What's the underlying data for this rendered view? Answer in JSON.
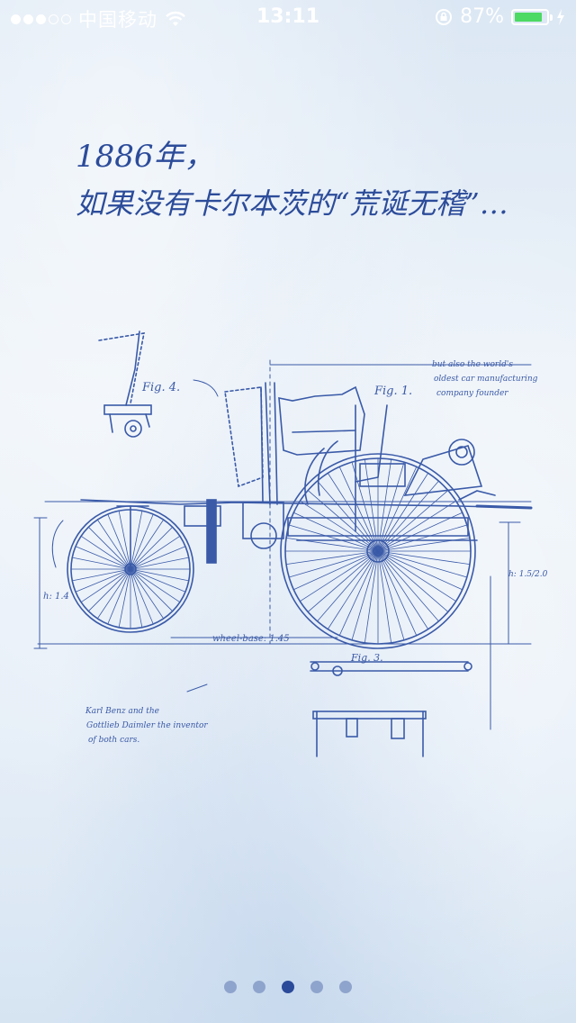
{
  "status_bar": {
    "carrier": "中国移动",
    "time": "13:11",
    "battery_percent": "87%",
    "battery_level": 0.87,
    "signal_bars": 3,
    "signal_total": 5,
    "wifi_icon": "wifi-icon",
    "lock_icon": "rotation-lock-icon",
    "charging_icon": "charging-bolt-icon",
    "battery_color": "#4cd964"
  },
  "headline": {
    "line1": "1886年，",
    "line2": "如果没有卡尔本茨的“荒诞无稽”…"
  },
  "blueprint": {
    "fig4": "Fig. 4.",
    "fig1": "Fig. 1.",
    "fig3": "Fig. 3.",
    "note_top": [
      "but also the world's",
      "oldest car manufacturing",
      "company founder"
    ],
    "note_bottom": [
      "Karl Benz and the",
      "Gottlieb Daimler the inventor",
      "of both cars."
    ],
    "wheelbase": "wheel-base: 1.45",
    "height_left": "h: 1.4",
    "height_right": "h: 1.5/2.0",
    "accent": "#2c4c9a"
  },
  "pager": {
    "count": 5,
    "active_index": 2,
    "active_color": "#2b4a9a",
    "inactive_color": "#8fa4cc"
  }
}
